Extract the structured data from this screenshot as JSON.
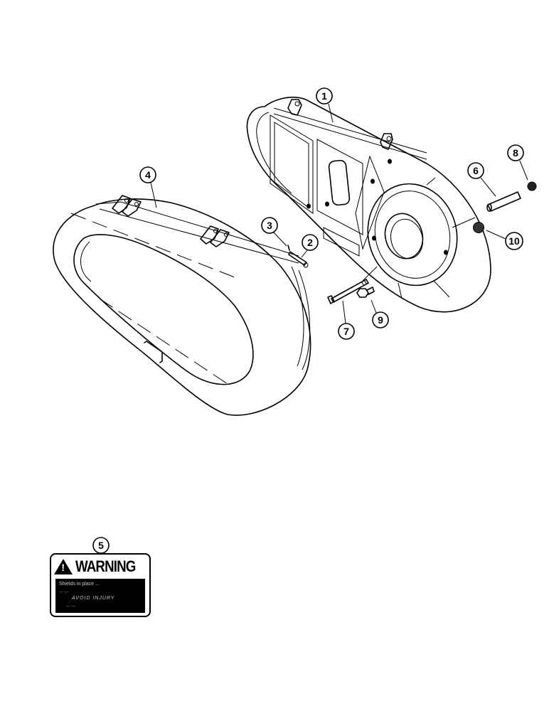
{
  "diagram": {
    "type": "exploded-parts-view",
    "subject": "belt shield assembly",
    "callouts": [
      {
        "id": "1",
        "label": "1",
        "part": "shield-backplate"
      },
      {
        "id": "2",
        "label": "2",
        "part": "pin"
      },
      {
        "id": "3",
        "label": "3",
        "part": "cotter-pin"
      },
      {
        "id": "4",
        "label": "4",
        "part": "shield-cover"
      },
      {
        "id": "5",
        "label": "5",
        "part": "warning-decal"
      },
      {
        "id": "6",
        "label": "6",
        "part": "spacer-tube"
      },
      {
        "id": "7",
        "label": "7",
        "part": "bolt"
      },
      {
        "id": "8",
        "label": "8",
        "part": "nut"
      },
      {
        "id": "9",
        "label": "9",
        "part": "cap-screw"
      },
      {
        "id": "10",
        "label": "10",
        "part": "lock-nut"
      }
    ]
  },
  "warning_label": {
    "icon": "warning-triangle-icon",
    "icon_glyph": "!",
    "title": "WARNING",
    "lines": [
      "Shields in place ...",
      "... ...",
      "AVOID INJURY",
      "... ..."
    ]
  }
}
